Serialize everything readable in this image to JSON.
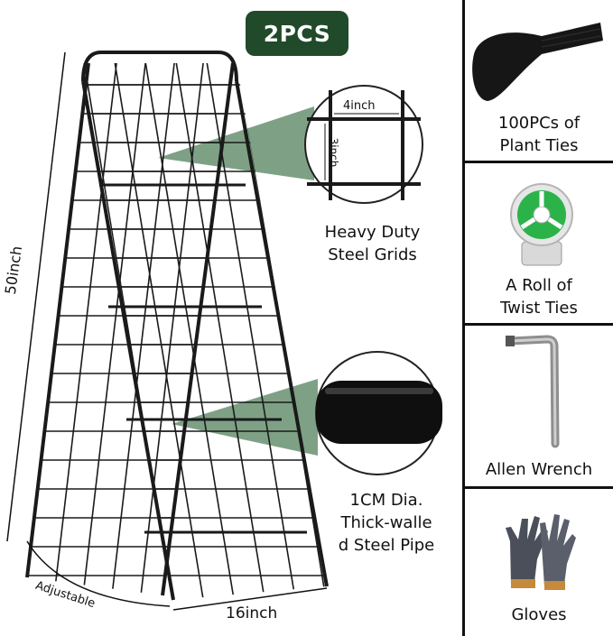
{
  "badge": "2PCS",
  "callouts": {
    "grid_width": "4inch",
    "grid_height": "3inch",
    "grid_line1": "Heavy Duty",
    "grid_line2": "Steel Grids",
    "pipe_line1": "1CM Dia.",
    "pipe_line2": "Thick-walle",
    "pipe_line3": "d Steel Pipe"
  },
  "dimensions": {
    "height": "50inch",
    "width": "16inch",
    "spread": "Adjustable"
  },
  "accessories": [
    {
      "line1": "100PCs of",
      "line2": "Plant Ties",
      "icon": "cable-ties-icon"
    },
    {
      "line1": "A Roll of",
      "line2": "Twist Ties",
      "icon": "twist-tie-roll-icon"
    },
    {
      "line1": "Allen Wrench",
      "icon": "allen-wrench-icon"
    },
    {
      "line1": "Gloves",
      "icon": "gloves-icon"
    }
  ],
  "colors": {
    "badge_bg": "#204a2a",
    "callout_green": "#5e8a66",
    "frame": "#1a1a1a",
    "tie_green": "#2bb34a"
  }
}
